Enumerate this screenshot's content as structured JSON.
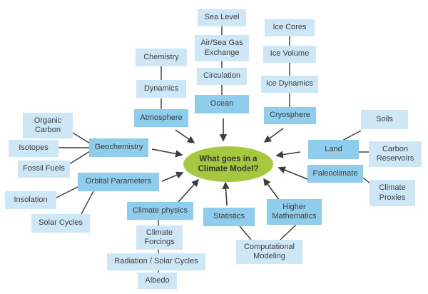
{
  "diagram": {
    "title_hidden": "",
    "center": {
      "label": "What goes in a Climate Model?"
    },
    "colors": {
      "leaf_box": "#cde7f6",
      "hub_box": "#8ecdeb",
      "center_ellipse": "#a6c83f",
      "line": "#3c3c3c",
      "text": "#3d3d3d"
    },
    "nodes": {
      "chemistry": "Chemistry",
      "dynamics": "Dynamics",
      "atmosphere": "Atmosphere",
      "sea_level": "Sea Level",
      "air_sea_gas_exchange": "Air/Sea Gas Exchange",
      "circulation": "Circulation",
      "ocean": "Ocean",
      "ice_cores": "Ice Cores",
      "ice_volume": "Ice Volume",
      "ice_dynamics": "Ice Dynamics",
      "cryosphere": "Cryosphere",
      "organic_carbon": "Organic Carbon",
      "isotopes": "Isotopes",
      "fossil_fuels": "Fossil Fuels",
      "geochemistry": "Geochemistry",
      "orbital_parameters": "Orbital Parameters",
      "insolation": "Insolation",
      "solar_cycles": "Solar Cycles",
      "climate_physics": "Climate physics",
      "climate_forcings": "Climate Forcings",
      "radiation_solar_cycles": "Radiation / Solar Cycles",
      "albedo": "Albedo",
      "statistics": "Statistics",
      "computational_modeling": "Computational Modeling",
      "higher_mathematics": "Higher Mathematics",
      "soils": "Soils",
      "land": "Land",
      "carbon_reservoirs": "Carbon Reservoirs",
      "paleoclimate": "Paleoclimate",
      "climate_proxies": "Climate Proxies"
    },
    "edges_to_center": [
      "Atmosphere",
      "Ocean",
      "Cryosphere",
      "Geochemistry",
      "Orbital Parameters",
      "Climate physics",
      "Statistics",
      "Higher Mathematics",
      "Paleoclimate",
      "Land"
    ],
    "chains": [
      [
        "Chemistry",
        "Dynamics",
        "Atmosphere"
      ],
      [
        "Sea Level",
        "Air/Sea Gas Exchange",
        "Circulation",
        "Ocean"
      ],
      [
        "Ice Cores",
        "Ice Volume",
        "Ice Dynamics",
        "Cryosphere"
      ],
      [
        "Organic Carbon",
        "Geochemistry"
      ],
      [
        "Isotopes",
        "Geochemistry"
      ],
      [
        "Fossil Fuels",
        "Geochemistry"
      ],
      [
        "Insolation",
        "Orbital Parameters"
      ],
      [
        "Solar Cycles",
        "Orbital Parameters"
      ],
      [
        "Climate physics",
        "Climate Forcings",
        "Radiation / Solar Cycles",
        "Albedo"
      ],
      [
        "Statistics",
        "Computational Modeling"
      ],
      [
        "Higher Mathematics",
        "Computational Modeling"
      ],
      [
        "Land",
        "Soils"
      ],
      [
        "Land",
        "Carbon Reservoirs"
      ],
      [
        "Paleoclimate",
        "Climate Proxies"
      ]
    ]
  }
}
